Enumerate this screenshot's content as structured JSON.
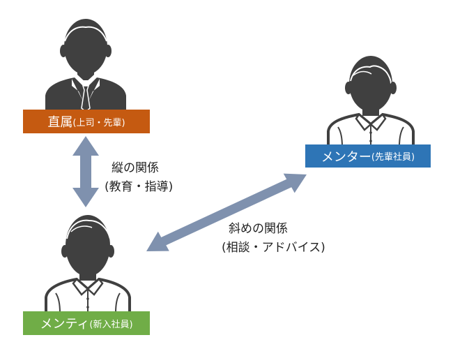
{
  "boss": {
    "label_main": "直属",
    "label_sub": "(上司・先輩)"
  },
  "mentor": {
    "label_main": "メンター",
    "label_sub": "(先輩社員)"
  },
  "mentee": {
    "label_main": "メンティ",
    "label_sub": "(新入社員)"
  },
  "vertical_relation": {
    "title": "縦の関係",
    "detail": "(教育・指導)"
  },
  "diagonal_relation": {
    "title": "斜めの関係",
    "detail": "(相談・アドバイス)"
  },
  "colors": {
    "boss_label": "#C55A11",
    "mentor_label": "#2E75B6",
    "mentee_label": "#70AD47",
    "arrow": "#7F91AE",
    "person_fill": "#404040",
    "shirt": "#FFFFFF"
  },
  "icons": {
    "boss": "businessman-suit-tie-icon",
    "mentor": "businessman-shirt-icon",
    "mentee": "young-man-shirt-icon"
  }
}
